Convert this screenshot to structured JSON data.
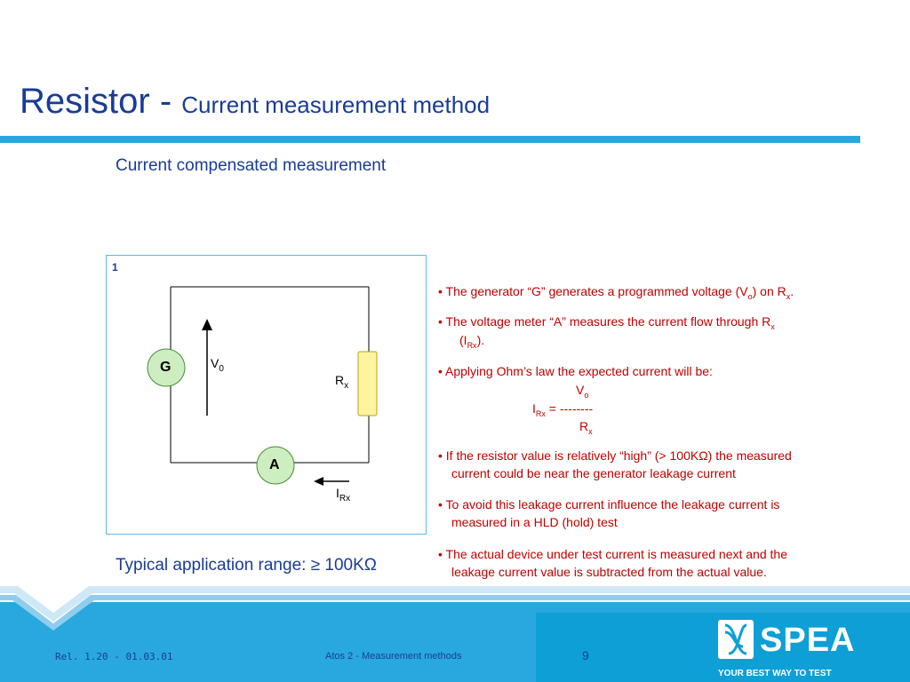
{
  "title": {
    "main": "Resistor",
    "separator": " - ",
    "sub": "Current measurement method"
  },
  "subtitle": "Current compensated measurement",
  "diagram": {
    "number": "1",
    "generator_label": "G",
    "ammeter_label": "A",
    "voltage_label": "V",
    "voltage_sub": "0",
    "resistor_label": "R",
    "resistor_sub": "x",
    "current_label": "I",
    "current_sub": "Rx",
    "colors": {
      "generator_fill": "#cdeec0",
      "resistor_fill": "#fdf4a0",
      "border": "#62b8e6"
    }
  },
  "bullets": {
    "b1_pre": "•  The generator “G” generates a programmed voltage (V",
    "b1_sub1": "o",
    "b1_mid": ") on R",
    "b1_sub2": "x",
    "b1_end": ".",
    "b2_l1_pre": "•  The voltage meter “A” measures the current flow through R",
    "b2_l1_sub": "x",
    "b2_l2_pre": "(I",
    "b2_l2_sub": "Rx",
    "b2_l2_end": ").",
    "b3": "•  Applying Ohm’s law the expected current will be:",
    "formula_num": "V",
    "formula_num_sub": "o",
    "formula_lhs": "I",
    "formula_lhs_sub": "Rx",
    "formula_eq": " = --------",
    "formula_den": "R",
    "formula_den_sub": "x",
    "b4_l1": "• If the resistor value is relatively “high” (> 100KΩ) the measured",
    "b4_l2": "current could be near the generator leakage current",
    "b5_l1": "• To avoid this leakage current influence the leakage current is",
    "b5_l2": "measured in a HLD (hold) test",
    "b6_l1": "•  The actual device under test current is measured next and the",
    "b6_l2": "leakage current value is subtracted from the actual value."
  },
  "range": "Typical application range: ≥ 100KΩ",
  "footer": {
    "release": "Rel. 1.20 - 01.03.01",
    "doc": "Atos 2 - Measurement methods",
    "page": "9",
    "brand": "SPEA",
    "tagline": "YOUR BEST WAY TO TEST",
    "colors": {
      "band": "#29a8df",
      "logo_bg": "#0e9fd6"
    }
  }
}
